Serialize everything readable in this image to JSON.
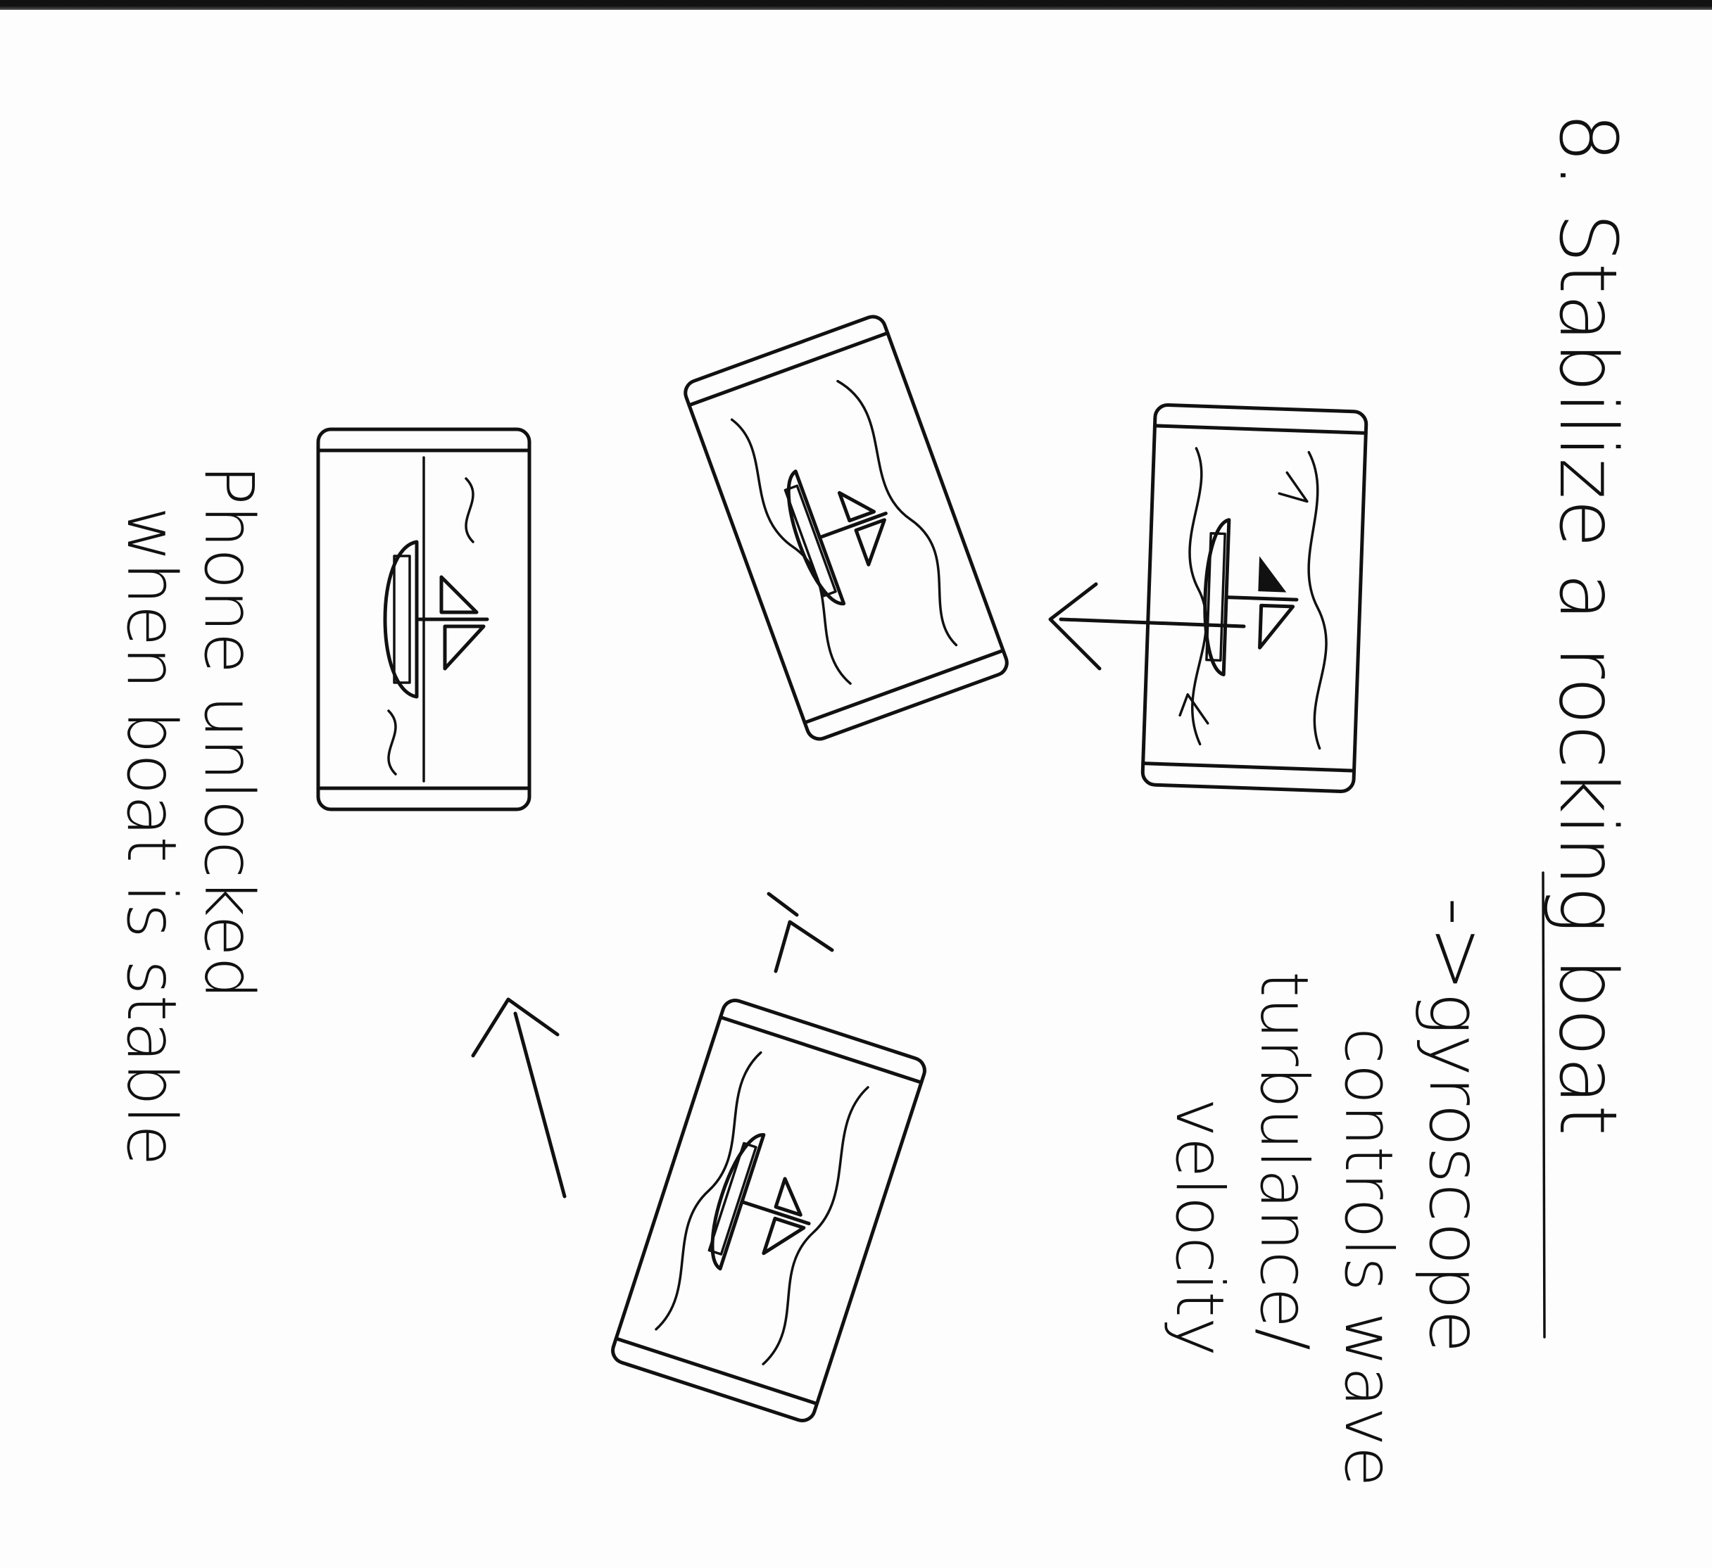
{
  "sketch": {
    "heading": "8. Stabilize a rocking boat",
    "gyroscope_note": {
      "arrow": "->",
      "lines": [
        "gyroscope",
        "controls wave",
        "turbulance/",
        "velocity"
      ]
    },
    "caption_lines": [
      "Phone unlocked",
      "when boat is stable"
    ],
    "ink_color": "#111111",
    "paper_color": "#fdfdfd",
    "frames": [
      {
        "name": "phone-frame-rocking-start"
      },
      {
        "name": "phone-frame-tilted-1"
      },
      {
        "name": "phone-frame-tilted-2"
      },
      {
        "name": "phone-frame-stable"
      }
    ]
  }
}
